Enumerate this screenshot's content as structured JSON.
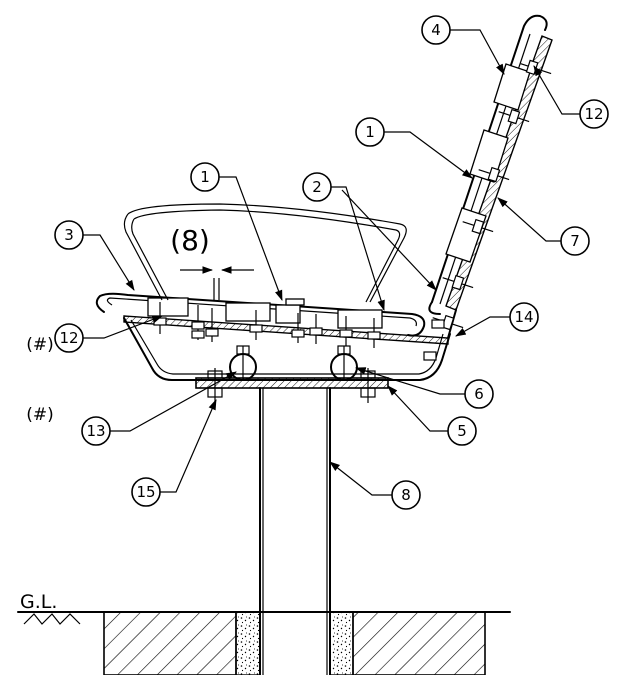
{
  "callouts": [
    {
      "id": "4",
      "label": "4"
    },
    {
      "id": "12a",
      "label": "12"
    },
    {
      "id": "1a",
      "label": "1"
    },
    {
      "id": "1b",
      "label": "1"
    },
    {
      "id": "2",
      "label": "2"
    },
    {
      "id": "3",
      "label": "3"
    },
    {
      "id": "7",
      "label": "7"
    },
    {
      "id": "14",
      "label": "14"
    },
    {
      "id": "12b",
      "label": "12"
    },
    {
      "id": "6",
      "label": "6"
    },
    {
      "id": "13",
      "label": "13"
    },
    {
      "id": "5",
      "label": "5"
    },
    {
      "id": "15",
      "label": "15"
    },
    {
      "id": "8",
      "label": "8"
    }
  ],
  "notes": {
    "dimension": "(8)",
    "hash_12": "(#)",
    "hash_13": "(#)",
    "ground_level": "G.L."
  }
}
